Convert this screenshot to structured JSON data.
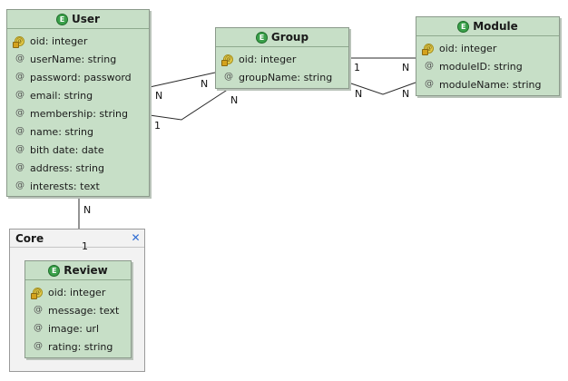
{
  "entities": {
    "user": {
      "name": "User",
      "attributes": [
        {
          "key": true,
          "text": "oid: integer"
        },
        {
          "key": false,
          "text": "userName: string"
        },
        {
          "key": false,
          "text": "password: password"
        },
        {
          "key": false,
          "text": "email: string"
        },
        {
          "key": false,
          "text": "membership: string"
        },
        {
          "key": false,
          "text": "name: string"
        },
        {
          "key": false,
          "text": "bith date: date"
        },
        {
          "key": false,
          "text": "address: string"
        },
        {
          "key": false,
          "text": "interests: text"
        }
      ]
    },
    "group": {
      "name": "Group",
      "attributes": [
        {
          "key": true,
          "text": "oid: integer"
        },
        {
          "key": false,
          "text": "groupName: string"
        }
      ]
    },
    "module": {
      "name": "Module",
      "attributes": [
        {
          "key": true,
          "text": "oid: integer"
        },
        {
          "key": false,
          "text": "moduleID: string"
        },
        {
          "key": false,
          "text": "moduleName: string"
        }
      ]
    },
    "review": {
      "name": "Review",
      "attributes": [
        {
          "key": true,
          "text": "oid: integer"
        },
        {
          "key": false,
          "text": "message: text"
        },
        {
          "key": false,
          "text": "image: url"
        },
        {
          "key": false,
          "text": "rating: string"
        }
      ]
    }
  },
  "package": {
    "name": "Core"
  },
  "icons": {
    "entity": "entity-e-icon",
    "key_attribute": "key-icon",
    "attribute": "at-sign-icon",
    "package": "package-cross-icon"
  },
  "cardinalities": {
    "user_group_a_user": "N",
    "user_group_a_group": "N",
    "user_group_b_user": "1",
    "user_group_b_group": "N",
    "group_module_a_group": "1",
    "group_module_a_module": "N",
    "group_module_b_group": "N",
    "group_module_b_module": "N",
    "user_review_user": "N",
    "user_review_review": "1"
  },
  "colors": {
    "entity_fill": "#c7dfc7",
    "entity_border": "#8b9a8b",
    "entity_icon": "#3aa04a",
    "key_icon": "#e5cc4a",
    "package_fill": "#f2f2f2"
  }
}
